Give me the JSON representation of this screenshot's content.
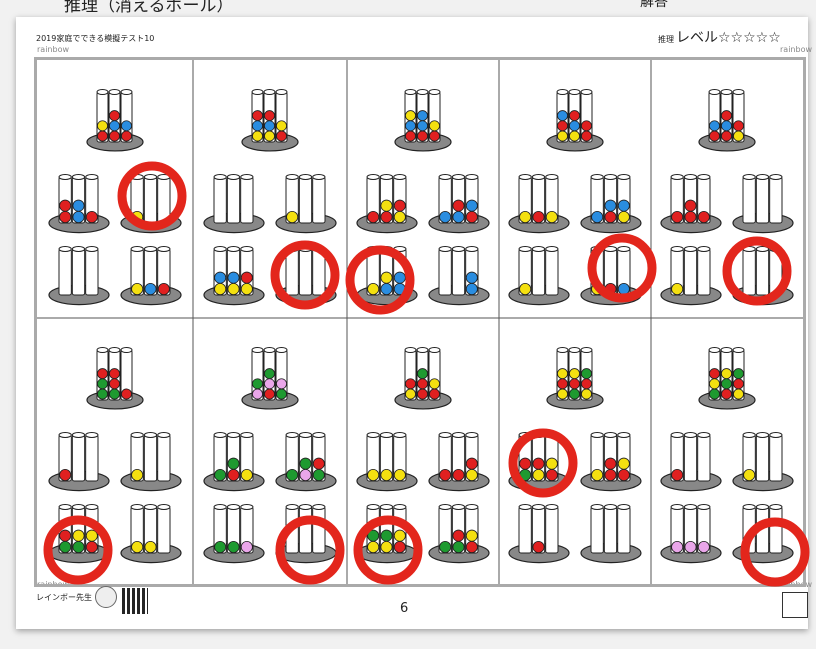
{
  "caption": "推理（消えるボール）",
  "caption_right": "解答",
  "header": {
    "left_text": "2019家庭でできる模擬テスト10",
    "right_small": "推理",
    "right_title": "レベル☆☆☆☆☆",
    "watermark": "rainbow"
  },
  "footer": {
    "author": "レインボー先生",
    "page_number": "6"
  },
  "colors": {
    "red": "#e02020",
    "blue": "#2a8de0",
    "yellow": "#f4e010",
    "green": "#1e9a30",
    "pink": "#eaa6ea",
    "answer": "#e3261c"
  },
  "icons": [
    "avatar-icon",
    "qr-code-icon",
    "corner-icon"
  ]
}
